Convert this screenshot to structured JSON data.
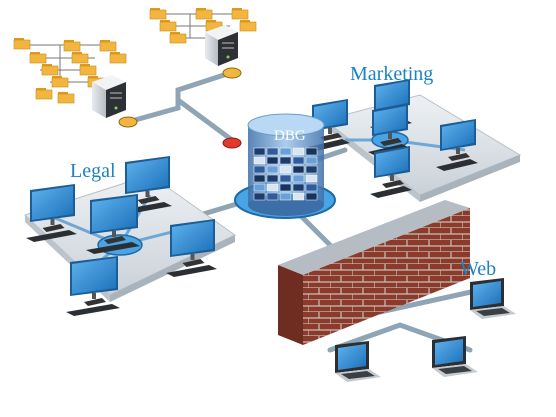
{
  "labels": {
    "legal": "Legal",
    "marketing": "Marketing",
    "web": "Web",
    "database": "DBG"
  },
  "colors": {
    "accent_blue": "#1c82c4",
    "cable": "#8fa5b5",
    "platform": "#d6dde3",
    "brick": "#8b3a2b",
    "folder": "#f2b640",
    "screen": "#2f8fd8"
  },
  "icons": {
    "server": "server-icon",
    "folder": "folder-icon",
    "monitor": "monitor-icon",
    "laptop": "laptop-icon",
    "database": "database-icon",
    "firewall": "firewall-icon"
  }
}
